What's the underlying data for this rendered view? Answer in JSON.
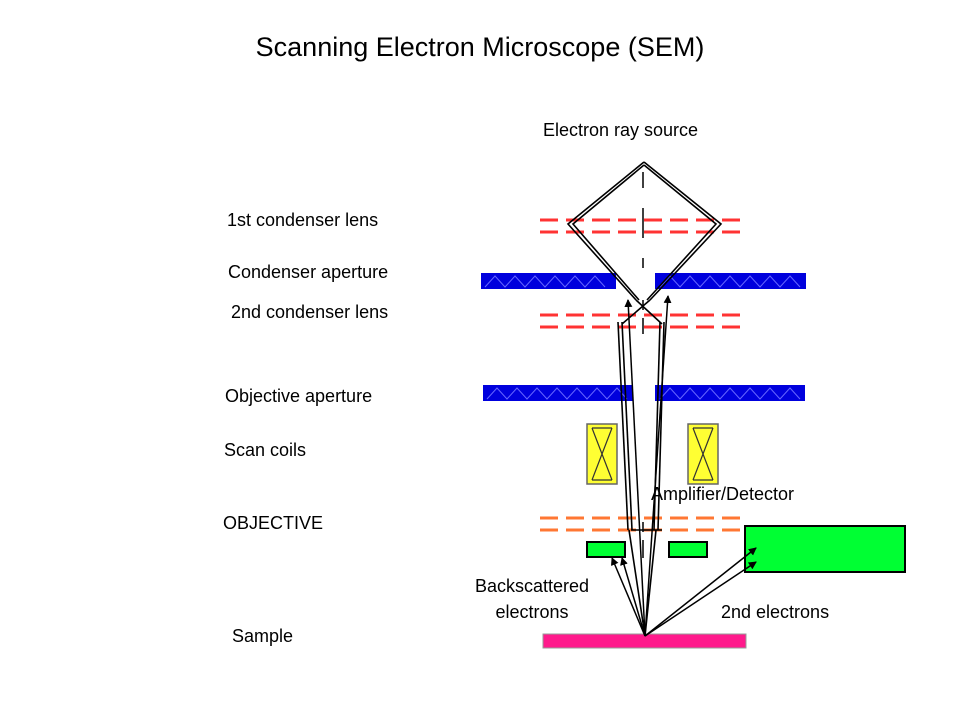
{
  "title": "Scanning Electron Microscope (SEM)",
  "labels": {
    "source": "Electron ray source",
    "condenser_lens_1": "1st condenser lens",
    "condenser_aperture": "Condenser aperture",
    "condenser_lens_2": "2nd condenser lens",
    "objective_aperture": "Objective aperture",
    "scan_coils": "Scan coils",
    "amplifier": "Amplifier/Detector",
    "objective": "OBJECTIVE",
    "backscattered_1": "Backscattered",
    "backscattered_2": "electrons",
    "secondary": "2nd electrons",
    "sample": "Sample"
  },
  "colors": {
    "lens_red": "#ff3333",
    "lens_orange": "#ff7733",
    "aperture_blue": "#0000dd",
    "coil_yellow": "#ffff33",
    "detector_green": "#00ff33",
    "sample_magenta": "#ff1a8c",
    "beam": "#000000"
  }
}
